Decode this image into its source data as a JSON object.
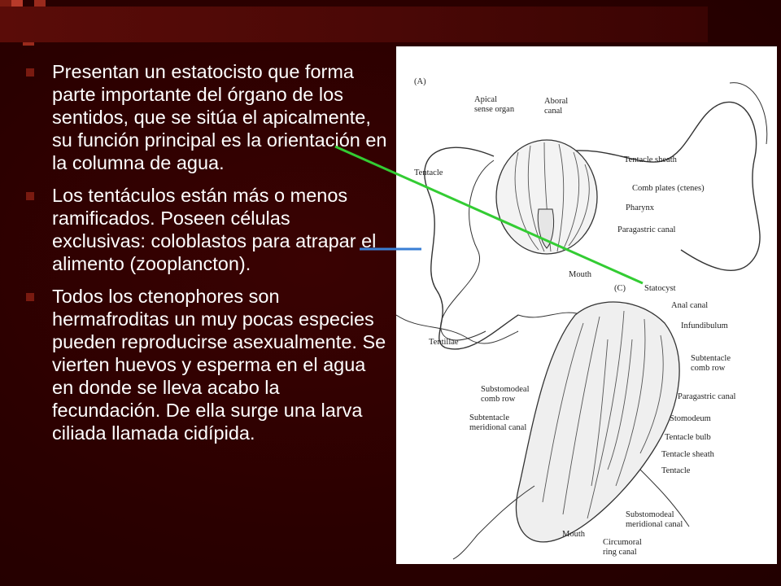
{
  "slide": {
    "bullets": [
      "Presentan un estatocisto que forma parte importante del órgano de los sentidos, que se sitúa el apicalmente, su función principal es la orientación en la columna de agua.",
      "Los tentáculos están más o menos ramificados. Poseen células exclusivas: coloblastos para atrapar el alimento (zooplancton).",
      "Todos los ctenophores son hermafroditas un muy pocas especies pueden reproducirse asexualmente. Se vierten huevos y esperma en el agua en donde se lleva acabo la fecundación. De ella surge una larva ciliada llamada cidípida."
    ],
    "colors": {
      "background": "#2a0000",
      "title_bar": "#4a0806",
      "bullet_marker": "#7a1a10",
      "text": "#ffffff",
      "pointer_green": "#33cc33",
      "pointer_blue": "#3a7fd5"
    }
  },
  "figure": {
    "panel_a": {
      "tag": "(A)",
      "labels": {
        "apical": "Apical\nsense organ",
        "aboral": "Aboral\ncanal",
        "tentacle": "Tentacle",
        "tentacle_sheath": "Tentacle sheath",
        "comb_plates": "Comb plates (ctenes)",
        "pharynx": "Pharynx",
        "paragastric": "Paragastric canal",
        "mouth": "Mouth",
        "tentillae": "Tentillae"
      }
    },
    "panel_c": {
      "tag": "(C)",
      "labels": {
        "statocyst": "Statocyst",
        "anal_canal": "Anal canal",
        "infundibulum": "Infundibulum",
        "subtentacle_comb": "Subtentacle\ncomb row",
        "substomodeal_comb": "Substomodeal\ncomb row",
        "paragastric": "Paragastric canal",
        "subtentacle_meridional": "Subtentacle\nmeridional canal",
        "stomodeum": "Stomodeum",
        "tentacle_bulb": "Tentacle bulb",
        "tentacle_sheath": "Tentacle sheath",
        "tentacle": "Tentacle",
        "substomodeal_meridional": "Substomodeal\nmeridional canal",
        "mouth": "Mouth",
        "circumoral": "Circumoral\nring canal"
      }
    }
  }
}
